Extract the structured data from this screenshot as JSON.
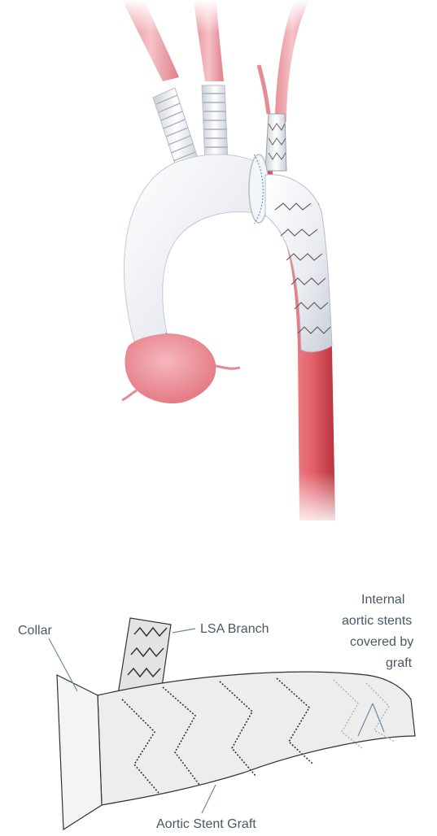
{
  "labels": {
    "collar": "Collar",
    "lsa_branch": "LSA Branch",
    "internal_line1": "Internal",
    "internal_line2": "aortic stents",
    "internal_line3": "covered by",
    "internal_line4": "graft",
    "aortic_stent_graft": "Aortic Stent Graft"
  },
  "colors": {
    "vessel_red": "#d9424b",
    "vessel_pink": "#ef9ea6",
    "graft_white": "#eef1f5",
    "stent_line": "#555555",
    "leader_line": "#6a8aa8",
    "suture_blue": "#4f7fd0"
  }
}
